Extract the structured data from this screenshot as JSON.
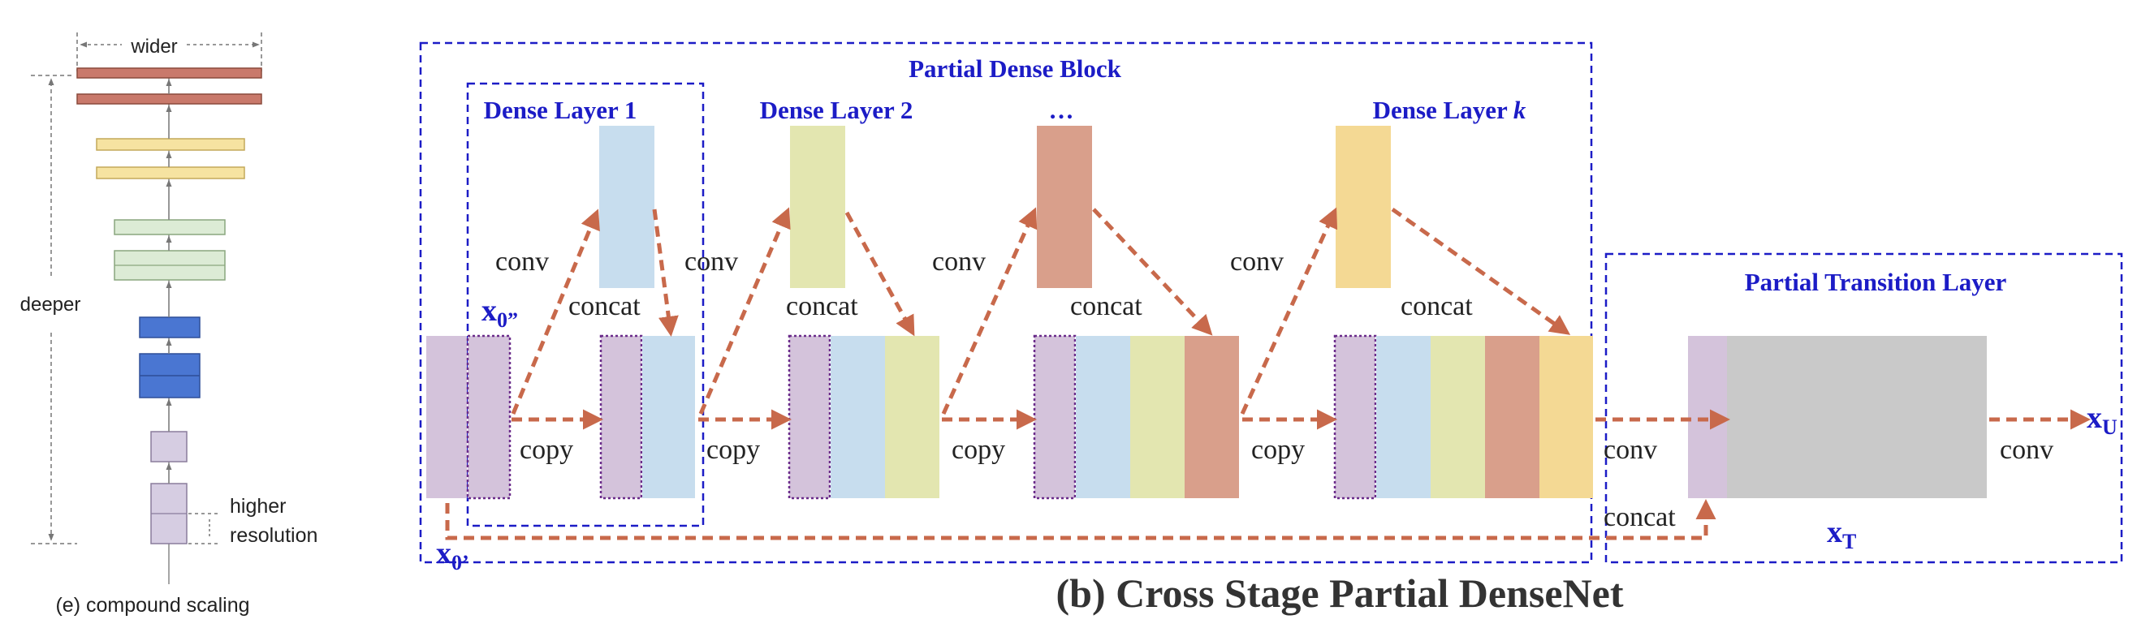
{
  "left_panel": {
    "wider": "wider",
    "deeper": "deeper",
    "higher": "higher",
    "resolution": "resolution",
    "caption": "(e) compound scaling",
    "colors": {
      "red": "#c9796b",
      "yellow": "#f6e3a1",
      "green": "#dcebd5",
      "blue": "#4a76d2",
      "lavender": "#d6cde2",
      "line": "#777777"
    }
  },
  "right_panel": {
    "partial_dense_block": "Partial Dense Block",
    "dense_layer_1": "Dense Layer 1",
    "dense_layer_2": "Dense Layer 2",
    "ellipsis": "…",
    "dense_layer_k_prefix": "Dense Layer ",
    "dense_layer_k_var": "k",
    "partial_transition_layer": "Partial Transition Layer",
    "conv": "conv",
    "concat": "concat",
    "copy": "copy",
    "x0pp_base": "x",
    "x0pp_sub": "0”",
    "x0p_base": "x",
    "x0p_sub": "0’",
    "xT_base": "x",
    "xT_sub": "T",
    "xU_base": "x",
    "xU_sub": "U",
    "caption": "(b) Cross Stage Partial DenseNet",
    "colors": {
      "purple": "#d4c3db",
      "blue": "#c7ddee",
      "green": "#e3e6b0",
      "salmon": "#d99f8b",
      "yellow": "#f4d994",
      "gray": "#c9c9c9",
      "arrow": "#c8694b",
      "accent_blue": "#1c1cc6",
      "dotted": "#6a2b8a"
    }
  }
}
